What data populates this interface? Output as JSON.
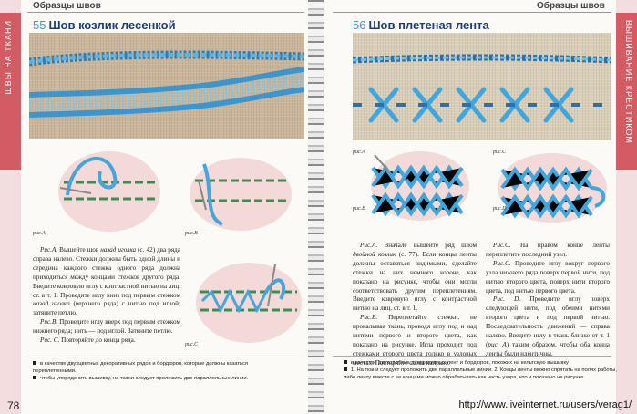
{
  "left": {
    "section": "Образцы швов",
    "side_tab": "Швы на ткани",
    "stitch_number": "55",
    "stitch_title": "Шов козлик лесенкой",
    "fig_labels": [
      "рис.А",
      "рис.В",
      "рис.С"
    ],
    "paragraphs": [
      {
        "lead": "Рис.А.",
        "text": " Вышейте шов ",
        "em": "назад иголка",
        "rest": " (с. 42) два ряда справа налево. Стежки должны быть одной длины и середина каждого стежка одного ряда должна приходиться между концами стежков другого ряда. Введите ковровую иглу с контрастной нитью на лиц. ст. в т. 1. Проведите иглу вниз под первым стежком ",
        "em2": "назад иголка",
        "rest2": " (верхнего ряда) с нитью под иглой; затяните петлю."
      },
      {
        "lead": "Рис.В.",
        "text": " Проведите иглу вверх под первым стежком нижнего ряда; нить — под иглой. Затяните петлю.",
        "em": "",
        "rest": "",
        "em2": "",
        "rest2": ""
      },
      {
        "lead": "Рис. С.",
        "text": " Повторяйте до конца ряда.",
        "em": "",
        "rest": "",
        "em2": "",
        "rest2": ""
      }
    ],
    "footnotes": [
      "в качестве двухцветных декоративных рядов и бордюров, которые должны казаться переплетенными.",
      "чтобы упорядочить вышивку, на ткани следует проложить две параллельные линии."
    ],
    "page_number": "78"
  },
  "right": {
    "section": "Образцы швов",
    "side_tab": "Вышивание крестиком",
    "stitch_number": "56",
    "stitch_title": "Шов плетеная лента",
    "fig_labels": [
      "рис.А",
      "рис.С",
      "рис.В",
      "рис.D"
    ],
    "col1": [
      {
        "lead": "Рис.А.",
        "text": " Вначале вышейте ряд швом ",
        "em": "двойной козлик",
        "rest": " (с. 77). Если концы ленты должны оставаться видимыми, сделайте стежки на них немного короче, как показано на рисунке, чтобы они могли соответствовать другим переплетениям. Введите ковровую иглу с контрастной нитью на лиц. ст. в т. 1."
      },
      {
        "lead": "Рис.В.",
        "text": " Переплетайте стежки, не прокалывая ткань, проводя иглу под и над нитями первого и второго цвета, как показано на рисунке. Игла проходит под стежками второго цвета только в узловых местах. Повторяйте слева направо.",
        "em": "",
        "rest": ""
      }
    ],
    "col2": [
      {
        "lead": "Рис.С.",
        "text": " На правом конце ленты переплетите последний узел.",
        "em": "",
        "rest": ""
      },
      {
        "lead": "Рис.С.",
        "text": " Проведите иглу вокруг первого узла нижнего ряда поверх первой нити, под нитью второго цвета, поверх нити второго цвета, под нитью первого цвета.",
        "em": "",
        "rest": ""
      },
      {
        "lead": "Рис. D.",
        "text": " Проведите иглу поверх следующей нити, под обеими нитями второго цвета и под первой нитью. Последовательность движений — справа налево. Введите иглу в ткань близко от т. 1 (",
        "em": "рис. А",
        "rest": ") таким образом, чтобы оба конца ленты были идентичны."
      }
    ],
    "footnotes": [
      "в качестве двухцветных декоративных лент и бордюров, похожих на кельтскую вышивку",
      "1. На ткани следует проложить две параллельные линии. 2. Концы ленты можно спрятать на полях работы, либо ленту вместе с ее концами можно обрабатывать как часть узора, что и показано на рисунке"
    ],
    "watermark": "http://www.liveinternet.ru/users/verag1/"
  },
  "colors": {
    "accent": "#d35b63",
    "title": "#1e3c78",
    "number": "#3a9ad4",
    "thread": "#2f8fc9"
  }
}
